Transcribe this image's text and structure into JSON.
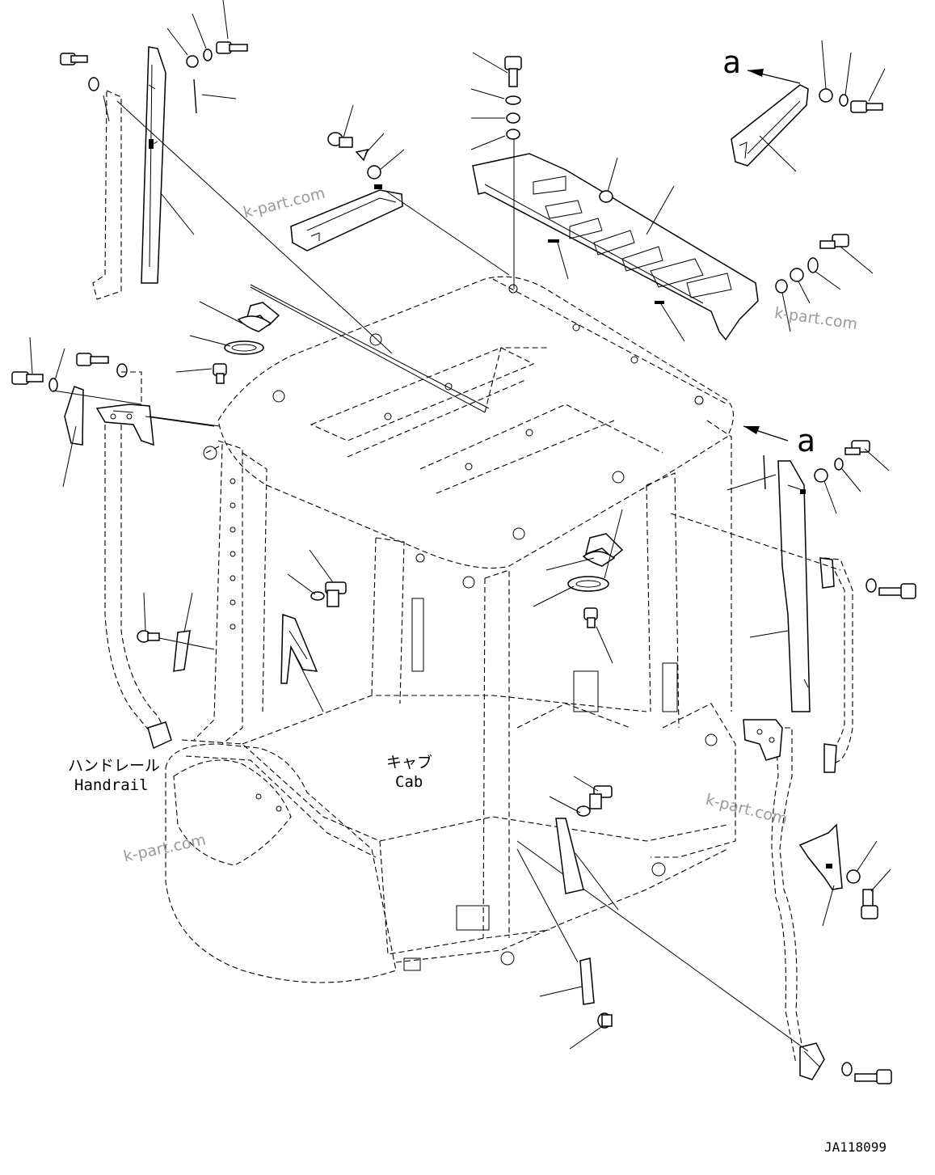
{
  "labels": {
    "handrail_jp": "ハンドレール",
    "handrail_en": "Handrail",
    "cab_jp": "キャブ",
    "cab_en": "Cab",
    "view_letter_top": "a",
    "view_letter_right": "a",
    "drawing_number": "JA118099"
  },
  "watermarks": [
    "k-part.com",
    "k-part.com",
    "k-part.com",
    "k-part.com"
  ]
}
